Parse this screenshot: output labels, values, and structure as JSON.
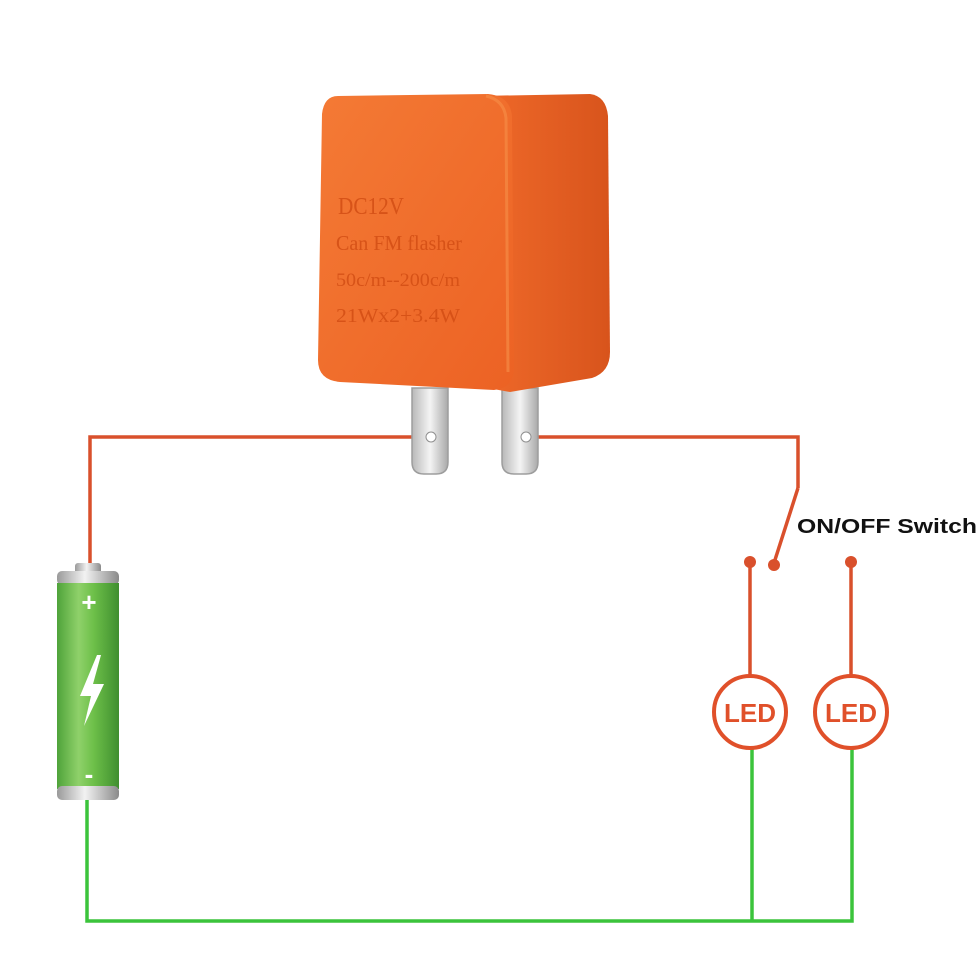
{
  "flasher": {
    "lines": [
      "DC12V",
      "Can FM flasher",
      "50c/m--200c/m",
      "21Wx2+3.4W"
    ]
  },
  "switch": {
    "label": "ON/OFF Switch"
  },
  "leds": [
    {
      "label": "LED"
    },
    {
      "label": "LED"
    }
  ],
  "battery": {
    "positive": "+",
    "negative": "-"
  },
  "colors": {
    "wire_positive": "#d9502c",
    "wire_negative": "#3bc43b",
    "flasher_body": "#f06a2a",
    "led_ring": "#e0502a",
    "battery_body": "#6ebe45"
  },
  "icons": {
    "battery_symbol": "lightning-bolt-icon"
  }
}
